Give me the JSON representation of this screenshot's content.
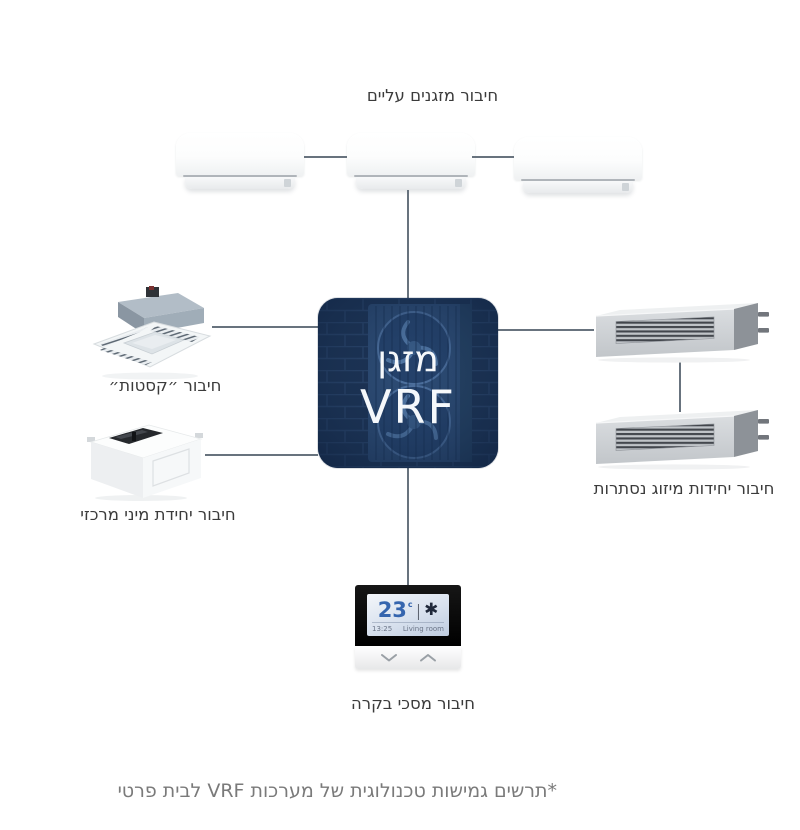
{
  "labels": {
    "top_group": "חיבור מזגנים עליים",
    "cassette_group": "חיבור ״קסטות״",
    "mini_central_group": "חיבור יחידת מיני מרכזי",
    "concealed_group": "חיבור יחידות מיזוג נסתרות",
    "control_group": "חיבור מסכי בקרה",
    "footnote": "*תרשים גמישות טכנולוגית של מערכות VRF לבית פרטי"
  },
  "vrf_box": {
    "title_he": "מזגן",
    "title_en": "VRF",
    "background_color": "#1d3355",
    "text_color": "#f5f8fb"
  },
  "thermostat": {
    "temperature": "23",
    "temp_unit": "c",
    "divider": "|",
    "mode_icon": "✱",
    "time": "13:25",
    "room_name": "Living room"
  },
  "devices": {
    "wall_units_count": 3,
    "concealed_units_count": 2,
    "cassette_units_count": 1,
    "mini_central_units_count": 1
  },
  "colors": {
    "connector_line": "#68737e",
    "label_text": "#3b3b3b",
    "footnote_text": "#7a7a7a",
    "thermostat_digit_blue": "#3565ae"
  }
}
